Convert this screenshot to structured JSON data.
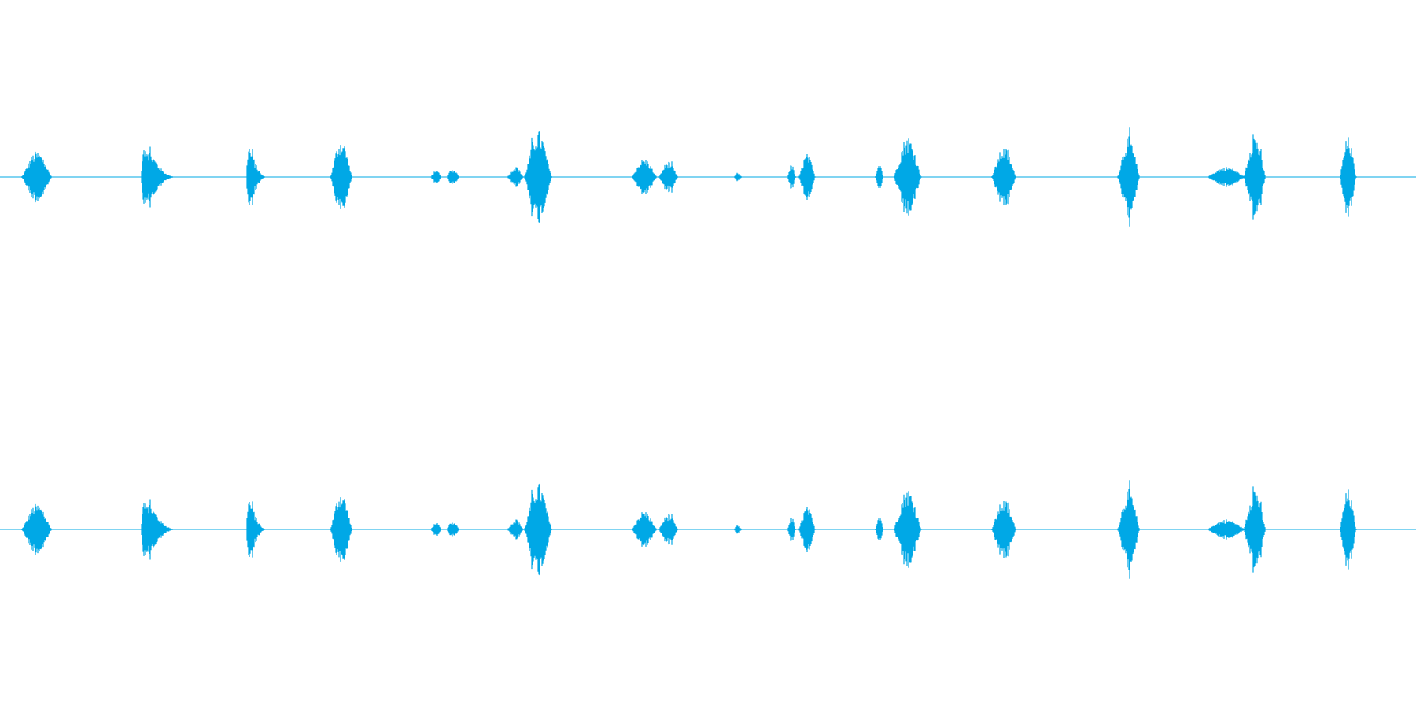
{
  "waveform": {
    "color": "#00a8e6",
    "channels": [
      "left",
      "right"
    ],
    "bursts": [
      {
        "center": 0.026,
        "width": 0.022,
        "amplitude": 0.3,
        "shape": "symmetric"
      },
      {
        "center": 0.11,
        "width": 0.028,
        "amplitude": 0.42,
        "shape": "attack-decay"
      },
      {
        "center": 0.18,
        "width": 0.016,
        "amplitude": 0.4,
        "shape": "attack-decay"
      },
      {
        "center": 0.241,
        "width": 0.016,
        "amplitude": 0.45,
        "shape": "symmetric"
      },
      {
        "center": 0.308,
        "width": 0.008,
        "amplitude": 0.08,
        "shape": "symmetric"
      },
      {
        "center": 0.32,
        "width": 0.01,
        "amplitude": 0.09,
        "shape": "symmetric"
      },
      {
        "center": 0.364,
        "width": 0.012,
        "amplitude": 0.12,
        "shape": "symmetric"
      },
      {
        "center": 0.38,
        "width": 0.02,
        "amplitude": 0.55,
        "shape": "symmetric"
      },
      {
        "center": 0.455,
        "width": 0.018,
        "amplitude": 0.22,
        "shape": "symmetric"
      },
      {
        "center": 0.472,
        "width": 0.014,
        "amplitude": 0.18,
        "shape": "symmetric"
      },
      {
        "center": 0.521,
        "width": 0.006,
        "amplitude": 0.05,
        "shape": "symmetric"
      },
      {
        "center": 0.559,
        "width": 0.006,
        "amplitude": 0.15,
        "shape": "symmetric"
      },
      {
        "center": 0.57,
        "width": 0.012,
        "amplitude": 0.27,
        "shape": "symmetric"
      },
      {
        "center": 0.621,
        "width": 0.006,
        "amplitude": 0.18,
        "shape": "symmetric"
      },
      {
        "center": 0.641,
        "width": 0.02,
        "amplitude": 0.48,
        "shape": "symmetric"
      },
      {
        "center": 0.709,
        "width": 0.018,
        "amplitude": 0.35,
        "shape": "symmetric"
      },
      {
        "center": 0.797,
        "width": 0.016,
        "amplitude": 0.47,
        "shape": "symmetric"
      },
      {
        "center": 0.866,
        "width": 0.028,
        "amplitude": 0.12,
        "shape": "symmetric"
      },
      {
        "center": 0.886,
        "width": 0.016,
        "amplitude": 0.5,
        "shape": "symmetric"
      },
      {
        "center": 0.952,
        "width": 0.012,
        "amplitude": 0.47,
        "shape": "symmetric"
      }
    ]
  }
}
